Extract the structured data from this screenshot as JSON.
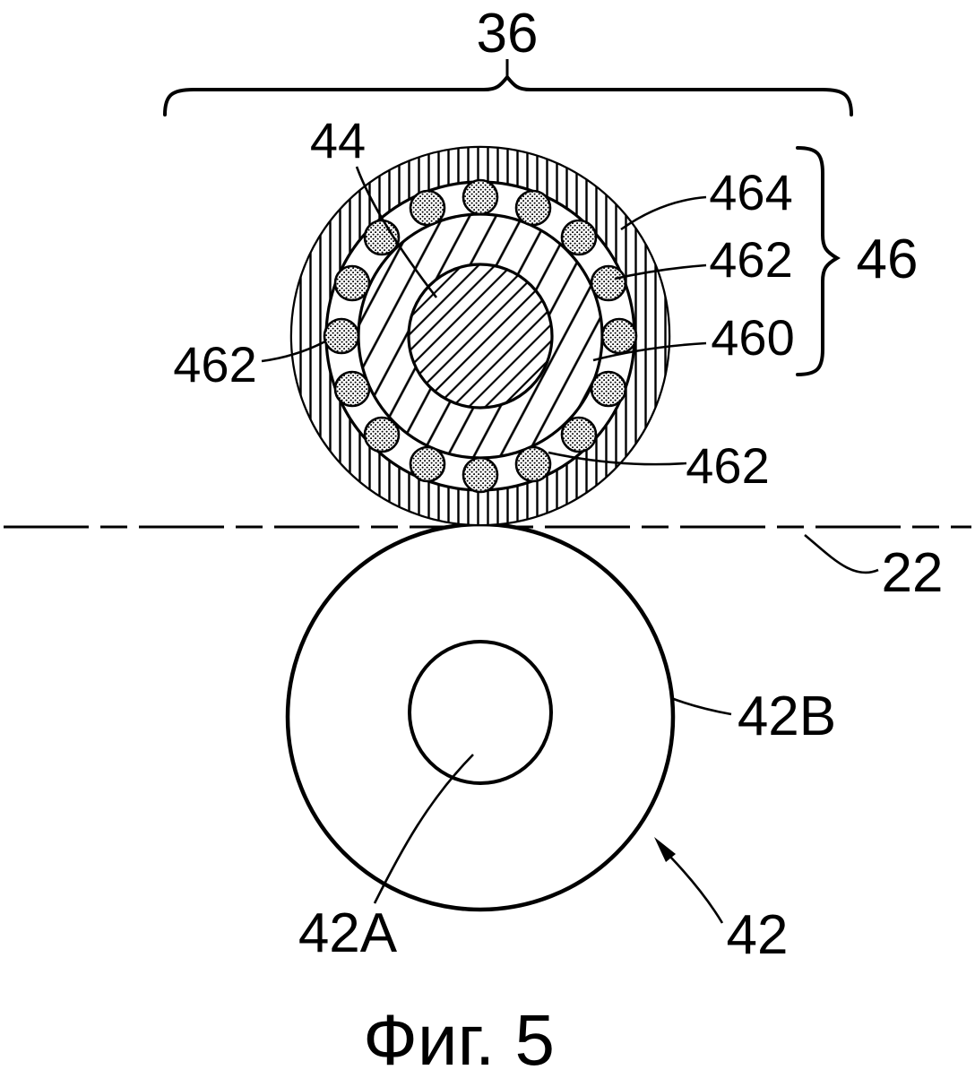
{
  "figure": {
    "caption": "Фиг. 5",
    "labels": {
      "bracket_top": "36",
      "core": "44",
      "outer_layer": "464",
      "particles": "462",
      "inner_layer": "460",
      "layer_group": "46",
      "nip_line": "22",
      "lower_roller_surface": "42B",
      "lower_roller_core": "42A",
      "lower_roller": "42"
    }
  },
  "colors": {
    "ink": "#000000",
    "background": "#ffffff"
  }
}
